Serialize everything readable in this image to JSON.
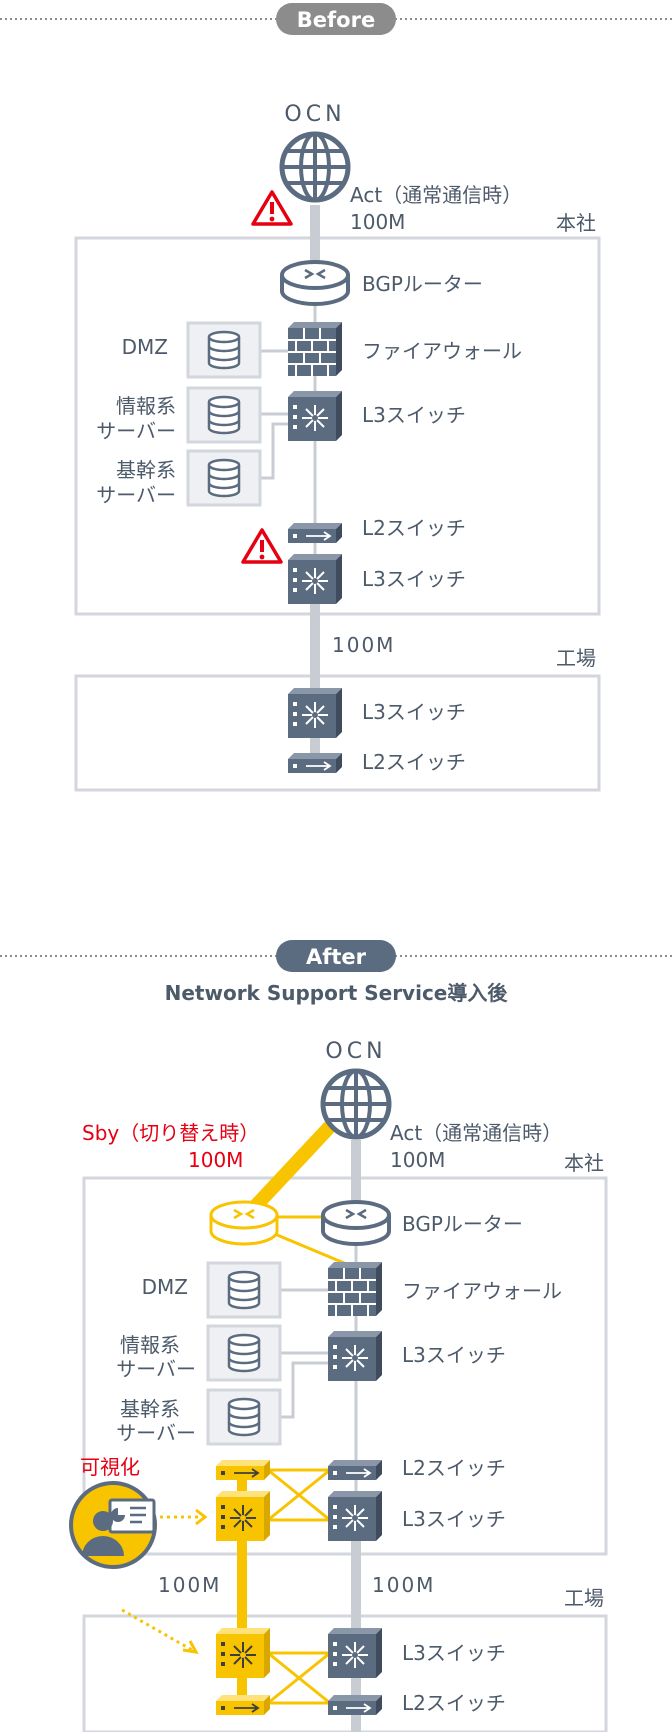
{
  "before": {
    "pill": "Before",
    "ocn": "OCN",
    "act_line1": "Act（通常通信時）",
    "act_line2": "100M",
    "site_hq": "本社",
    "site_factory": "工場",
    "router": "BGPルーター",
    "firewall": "ファイアウォール",
    "l3_1": "L3スイッチ",
    "l2_1": "L2スイッチ",
    "l3_2": "L3スイッチ",
    "link_speed": "100M",
    "factory_l3": "L3スイッチ",
    "factory_l2": "L2スイッチ",
    "dmz": "DMZ",
    "info_line1": "情報系",
    "info_line2": "サーバー",
    "core_line1": "基幹系",
    "core_line2": "サーバー"
  },
  "after": {
    "pill": "After",
    "subtitle": "Network Support Service導入後",
    "ocn": "OCN",
    "sby_line1": "Sby（切り替え時）",
    "sby_line2": "100M",
    "act_line1": "Act（通常通信時）",
    "act_line2": "100M",
    "site_hq": "本社",
    "site_factory": "工場",
    "router": "BGPルーター",
    "firewall": "ファイアウォール",
    "l3_1": "L3スイッチ",
    "l2_1": "L2スイッチ",
    "l3_2": "L3スイッチ",
    "link_left": "100M",
    "link_right": "100M",
    "factory_l3": "L3スイッチ",
    "factory_l2": "L2スイッチ",
    "dmz": "DMZ",
    "info_line1": "情報系",
    "info_line2": "サーバー",
    "core_line1": "基幹系",
    "core_line2": "サーバー",
    "visualize": "可視化"
  },
  "colors": {
    "text": "#4d5a6a",
    "device": "#5b6b80",
    "link": "#c8ccd3",
    "frame": "#d3d6dc",
    "accent_yellow": "#f8c400",
    "alert_red": "#e60012",
    "pill": "#8c8c8c"
  },
  "icons": [
    "globe-icon",
    "router-icon",
    "firewall-icon",
    "l3-switch-icon",
    "l2-switch-icon",
    "database-icon",
    "warning-icon",
    "monitoring-user-icon"
  ]
}
